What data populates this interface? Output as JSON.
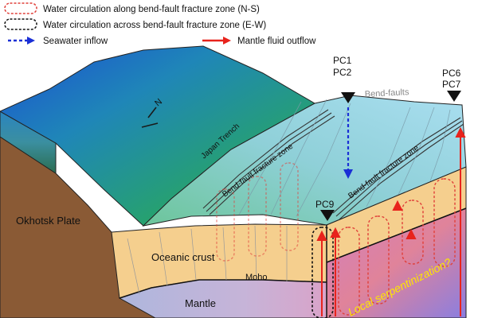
{
  "legend": {
    "ns_circulation": "Water circulation along bend-fault fracture zone (N-S)",
    "ew_circulation": "Water circulation across bend-fault fracture zone (E-W)",
    "seawater_inflow": "Seawater inflow",
    "mantle_outflow": "Mantle fluid outflow"
  },
  "labels": {
    "okhotsk_plate": "Okhotsk Plate",
    "japan_trench": "Japan Trench",
    "bend_fault_zone_1": "Bend-fault fracture zone",
    "bend_fault_zone_2": "Bend-fault fracture zone",
    "bend_faults": "Bend-faults",
    "oceanic_crust": "Oceanic crust",
    "moho": "Moho",
    "mantle": "Mantle",
    "serpentinization": "Local serpentinization?",
    "north": "N"
  },
  "sites": {
    "pc1": "PC1",
    "pc2": "PC2",
    "pc6": "PC6",
    "pc7": "PC7",
    "pc9": "PC9"
  },
  "colors": {
    "ns_circulation": "#e0403a",
    "ew_circulation": "#111111",
    "seawater_inflow": "#1a2fd6",
    "mantle_outflow": "#e8231c",
    "crust": "#f5cf8e",
    "okhotsk": "#8a5a35",
    "serpentinization_text": "#ffe600"
  }
}
